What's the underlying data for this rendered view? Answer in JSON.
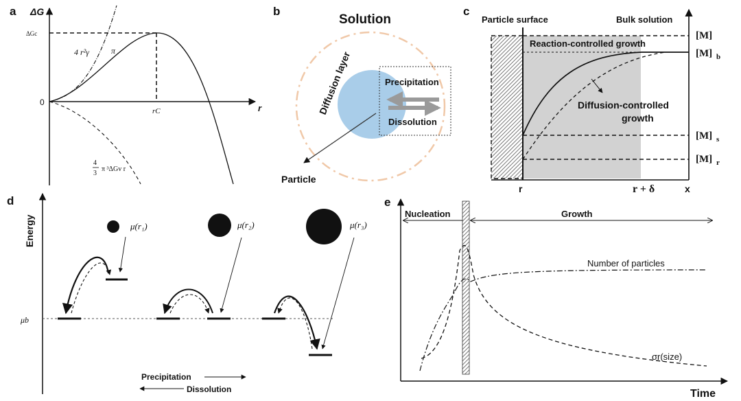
{
  "panels": {
    "a": {
      "letter": "a",
      "ylabel": "ΔG",
      "xlabel": "r",
      "origin": "0",
      "peak": "ΔGc",
      "rc": "rC",
      "surface_term": "4  r²γ",
      "pi": "π",
      "volume_term_frac_num": "4",
      "volume_term_frac_den": "3",
      "volume_term_rest": "π ³ΔGv    r"
    },
    "b": {
      "letter": "b",
      "title": "Solution",
      "diffusion_layer": "Diffusion layer",
      "precipitation": "Precipitation",
      "dissolution": "Dissolution",
      "particle": "Particle"
    },
    "c": {
      "letter": "c",
      "particle_surface": "Particle surface",
      "bulk_solution": "Bulk solution",
      "M": "[M]",
      "Mb": "[M]",
      "Mb_sub": "b",
      "Ms": "[M]",
      "Ms_sub": "s",
      "Mr": "[M]",
      "Mr_sub": "r",
      "reaction_controlled": "Reaction-controlled growth",
      "diffusion_controlled_1": "Diffusion-controlled",
      "diffusion_controlled_2": "growth",
      "x_r": "r",
      "x_rdelta": "r + δ",
      "x_x": "x"
    },
    "d": {
      "letter": "d",
      "ylabel": "Energy",
      "mu_b": "μb",
      "mu1": "μ(r₁)",
      "mu2": "μ(r₂)",
      "mu3": "μ(r₃)",
      "precipitation": "Precipitation",
      "dissolution": "Dissolution"
    },
    "e": {
      "letter": "e",
      "nucleation": "Nucleation",
      "growth": "Growth",
      "number_of_particles": "Number of particles",
      "sigma": "σr(size)",
      "xlabel": "Time"
    }
  },
  "colors": {
    "particle_fill": "#a9cde9",
    "diffusion_ring": "#f0c8a8",
    "shaded": "#d2d2d2",
    "arrow_grey": "#9a9a9a"
  }
}
